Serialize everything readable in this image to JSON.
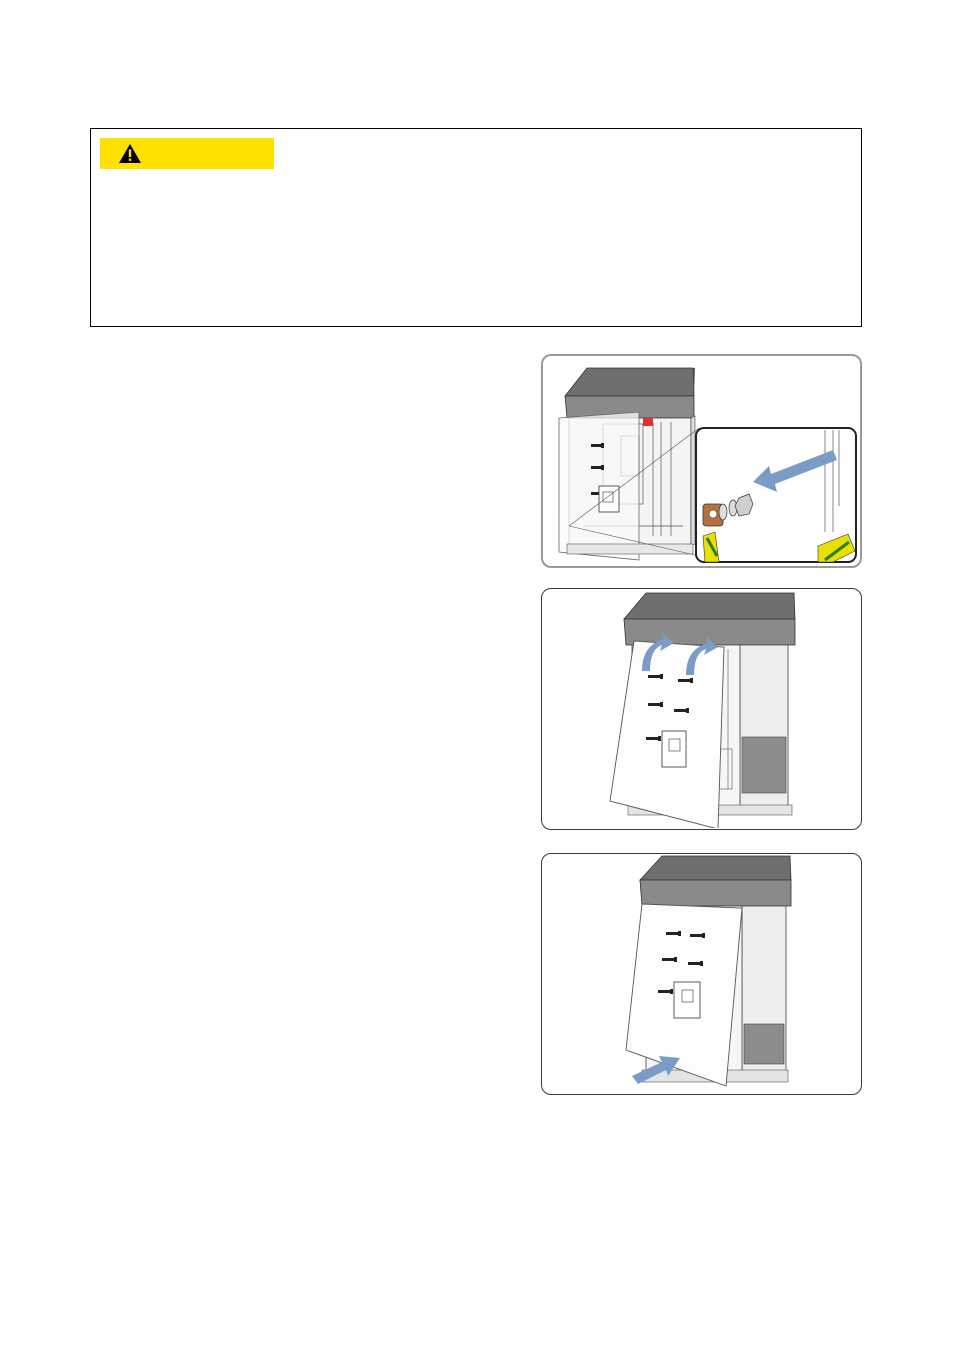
{
  "warning": {
    "signal_icon": "warning-triangle-icon",
    "banner_color": "#ffe100"
  },
  "figures": [
    {
      "name": "disconnect-grounding-cable",
      "arrow_color": "#7b9cc6",
      "cable_colors": [
        "#e8e000",
        "#2e7d32"
      ]
    },
    {
      "name": "remove-front-panel",
      "arrow_color": "#7b9cc6"
    },
    {
      "name": "attach-front-panel",
      "arrow_color": "#7b9cc6"
    }
  ]
}
